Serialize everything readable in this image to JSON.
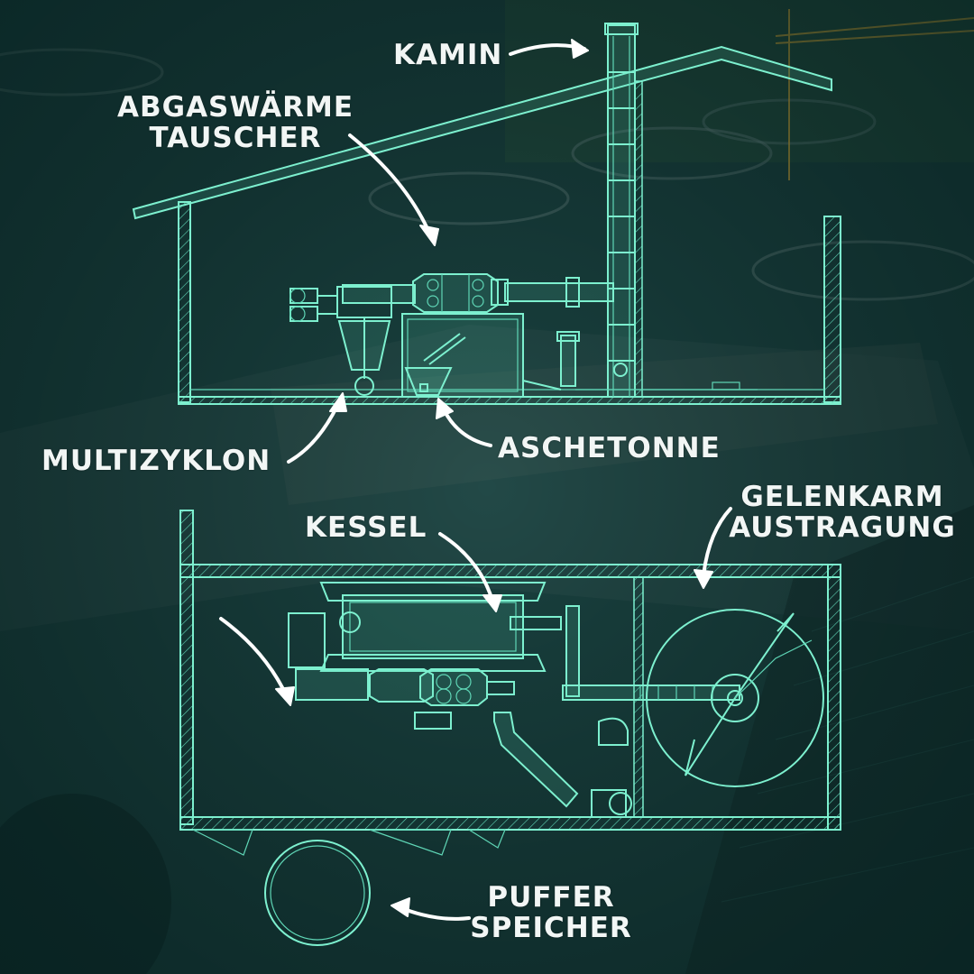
{
  "labels": {
    "kamin": "KAMIN",
    "abgas_line1": "ABGASWÄRME",
    "abgas_line2": "TAUSCHER",
    "multizyklon": "MULTIZYKLON",
    "aschetonne": "ASCHETONNE",
    "kessel": "KESSEL",
    "gelenkarm_line1": "GELENKARM",
    "gelenkarm_line2": "AUSTRAGUNG",
    "puffer_line1": "PUFFER",
    "puffer_line2": "SPEICHER"
  },
  "colors": {
    "blueprint_line": "#7df0cf",
    "label_text": "#f2f6f5",
    "background_tint": "#173f3d"
  }
}
